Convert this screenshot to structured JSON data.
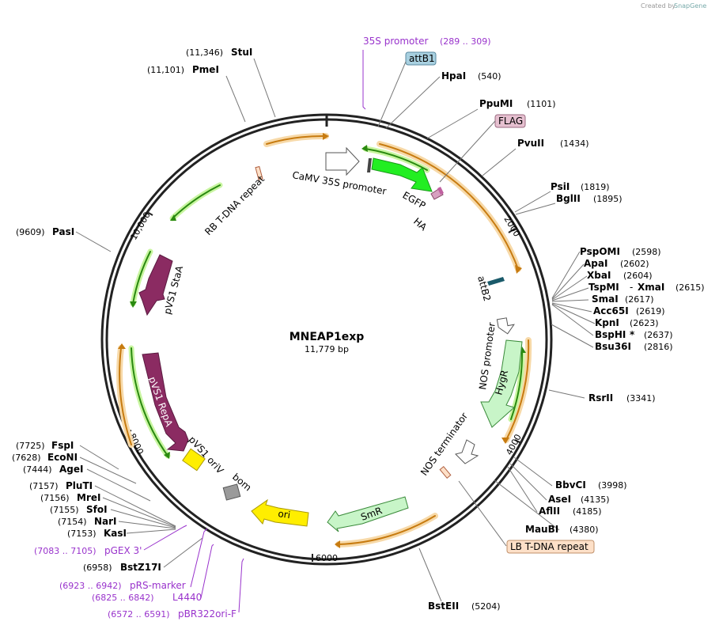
{
  "credit": {
    "prefix": "Created by",
    "brand": "SnapGene"
  },
  "plasmid": {
    "name": "MNEAP1exp",
    "size": "11,779 bp"
  },
  "ticks": [
    "2000",
    "4000",
    "6000",
    "8000",
    "10,000"
  ],
  "features": {
    "camv35s": "CaMV 35S promoter",
    "egfp": "EGFP",
    "ha": "HA",
    "rb": "RB T-DNA repeat",
    "attb2": "attB2",
    "nos_promoter": "NOS promoter",
    "hygr": "HygR",
    "nos_terminator": "NOS terminator",
    "smr": "SmR",
    "ori": "ori",
    "bom": "bom",
    "pvs1_oriv": "pVS1 oriV",
    "pvs1_repa": "pVS1 RepA",
    "pvs1_staa": "pVS1 StaA"
  },
  "boxed": {
    "attb1": "attB1",
    "flag": "FLAG",
    "lb": "LB T-DNA repeat"
  },
  "sites": {
    "stui": {
      "name": "StuI",
      "pos": "(11,346)"
    },
    "pmei": {
      "name": "PmeI",
      "pos": "(11,101)"
    },
    "hpai": {
      "name": "HpaI",
      "pos": "(540)"
    },
    "ppumi": {
      "name": "PpuMI",
      "pos": "(1101)"
    },
    "pvuii": {
      "name": "PvuII",
      "pos": "(1434)"
    },
    "psii": {
      "name": "PsiI",
      "pos": "(1819)"
    },
    "bglii": {
      "name": "BglII",
      "pos": "(1895)"
    },
    "paei": {
      "name": "PasI",
      "pos": "(9609)"
    },
    "pspomi": {
      "name": "PspOMI",
      "pos": "(2598)"
    },
    "apai": {
      "name": "ApaI",
      "pos": "(2602)"
    },
    "xbai": {
      "name": "XbaI",
      "pos": "(2604)"
    },
    "tspmi": {
      "name": "TspMI",
      "sep": "-",
      "name2": "XmaI",
      "pos": "(2615)"
    },
    "smai": {
      "name": "SmaI",
      "pos": "(2617)"
    },
    "acc65i": {
      "name": "Acc65I",
      "pos": "(2619)"
    },
    "kpni": {
      "name": "KpnI",
      "pos": "(2623)"
    },
    "bsphi": {
      "name": "BspHI",
      "star": "*",
      "pos": "(2637)"
    },
    "bsu36i": {
      "name": "Bsu36I",
      "pos": "(2816)"
    },
    "rsrii": {
      "name": "RsrII",
      "pos": "(3341)"
    },
    "bbvci": {
      "name": "BbvCI",
      "pos": "(3998)"
    },
    "asei": {
      "name": "AseI",
      "pos": "(4135)"
    },
    "aflii": {
      "name": "AflII",
      "pos": "(4185)"
    },
    "maubi": {
      "name": "MauBI",
      "pos": "(4380)"
    },
    "bsteii": {
      "name": "BstEII",
      "pos": "(5204)"
    },
    "fspi": {
      "name": "FspI",
      "pos": "(7725)"
    },
    "econi": {
      "name": "EcoNI",
      "pos": "(7628)"
    },
    "agei": {
      "name": "AgeI",
      "pos": "(7444)"
    },
    "pluti": {
      "name": "PluTI",
      "pos": "(7157)"
    },
    "mrei": {
      "name": "MreI",
      "pos": "(7156)"
    },
    "sfoi": {
      "name": "SfoI",
      "pos": "(7155)"
    },
    "nari": {
      "name": "NarI",
      "pos": "(7154)"
    },
    "kasi": {
      "name": "KasI",
      "pos": "(7153)"
    },
    "bstz17i": {
      "name": "BstZ17I",
      "pos": "(6958)"
    }
  },
  "primers": {
    "p35s": {
      "name": "35S promoter",
      "range": "(289 .. 309)"
    },
    "pgex": {
      "range": "(7083 .. 7105)",
      "name": "pGEX 3'"
    },
    "prs": {
      "range": "(6923 .. 6942)",
      "name": "pRS-marker"
    },
    "l4440": {
      "range": "(6825 .. 6842)",
      "name": "L4440"
    },
    "pbr": {
      "range": "(6572 .. 6591)",
      "name": "pBR322ori-F"
    }
  },
  "colors": {
    "backbone": "#222222",
    "orange": "#e0a030",
    "green": "#2aa02a",
    "egfp": "#22ee22",
    "magenta": "#8b2b62",
    "pale_green": "#c8f5c8",
    "yellow": "#ffee00",
    "purple": "#9933cc"
  }
}
